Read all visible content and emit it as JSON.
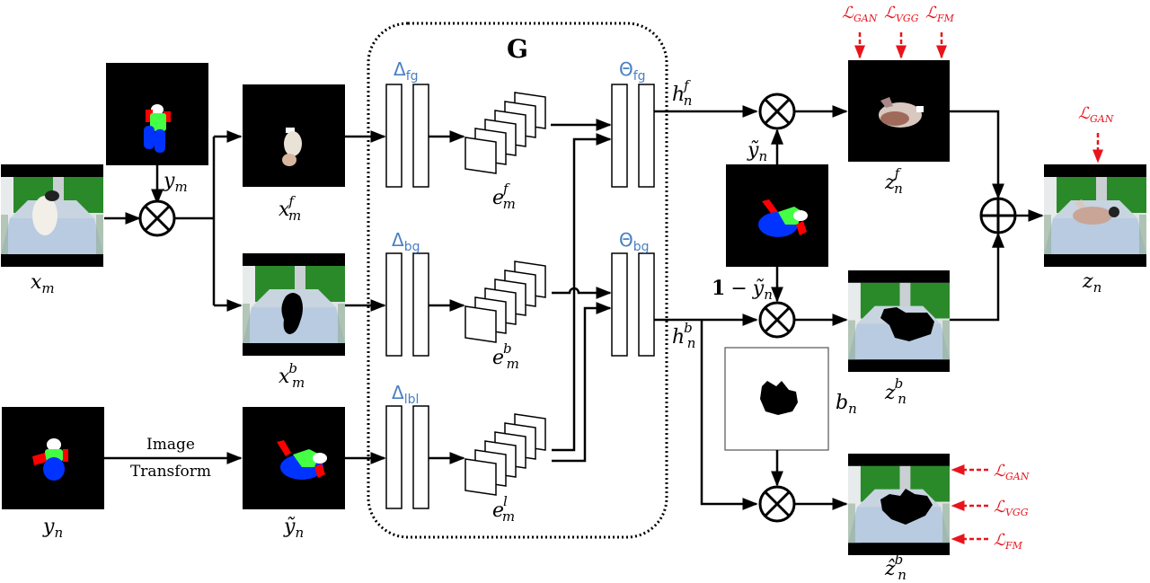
{
  "title": "G",
  "generator": {
    "label": "G",
    "encoders": [
      {
        "id": "fg",
        "symbol": "Δ",
        "subscript": "fg"
      },
      {
        "id": "bg",
        "symbol": "Δ",
        "subscript": "bg"
      },
      {
        "id": "lbl",
        "symbol": "Δ",
        "subscript": "lbl"
      }
    ],
    "features": [
      {
        "id": "fg",
        "base": "e",
        "sub": "m",
        "sup": "f"
      },
      {
        "id": "bg",
        "base": "e",
        "sub": "m",
        "sup": "b"
      },
      {
        "id": "lbl",
        "base": "e",
        "sub": "m",
        "sup": "l"
      }
    ],
    "decoders": [
      {
        "id": "fg",
        "symbol": "Θ",
        "subscript": "fg"
      },
      {
        "id": "bg",
        "symbol": "Θ",
        "subscript": "bg"
      }
    ]
  },
  "images": {
    "x_m": {
      "base": "x",
      "sub": "m",
      "sup": ""
    },
    "y_m": {
      "base": "y",
      "sub": "m",
      "sup": ""
    },
    "x_m_f": {
      "base": "x",
      "sub": "m",
      "sup": "f"
    },
    "x_m_b": {
      "base": "x",
      "sub": "m",
      "sup": "b"
    },
    "y_n": {
      "base": "y",
      "sub": "n",
      "sup": ""
    },
    "y_tilde_n": {
      "base": "ỹ",
      "sub": "n",
      "sup": ""
    },
    "y_tilde_n_mask": {
      "base": "ỹ",
      "sub": "n",
      "sup": ""
    },
    "z_n_f": {
      "base": "z",
      "sub": "n",
      "sup": "f"
    },
    "z_n_b": {
      "base": "z",
      "sub": "n",
      "sup": "b"
    },
    "z_hat_n_b": {
      "base": "ẑ",
      "sub": "n",
      "sup": "b"
    },
    "b_n": {
      "base": "b",
      "sub": "n",
      "sup": ""
    },
    "z_n": {
      "base": "z",
      "sub": "n",
      "sup": ""
    }
  },
  "signals": {
    "h_n_f": {
      "base": "h",
      "sub": "n",
      "sup": "f"
    },
    "h_n_b": {
      "base": "h",
      "sub": "n",
      "sup": "b"
    },
    "one_minus": {
      "prefix": "1",
      "minus": "−",
      "base": "ỹ",
      "sub": "n"
    }
  },
  "transform_label": {
    "line1": "Image",
    "line2": "Transform"
  },
  "losses": {
    "top": [
      {
        "base": "ℒ",
        "sub": "GAN"
      },
      {
        "base": "ℒ",
        "sub": "VGG"
      },
      {
        "base": "ℒ",
        "sub": "FM"
      }
    ],
    "final": {
      "base": "ℒ",
      "sub": "GAN"
    },
    "right": [
      {
        "base": "ℒ",
        "sub": "GAN"
      },
      {
        "base": "ℒ",
        "sub": "VGG"
      },
      {
        "base": "ℒ",
        "sub": "FM"
      }
    ]
  },
  "colors": {
    "loss_red": "#e8141c",
    "module_blue": "#4a7fc1",
    "seg_red": "#ff0000",
    "seg_green": "#33ff33",
    "seg_blue": "#0033ff",
    "seg_white": "#ffffff",
    "crib_green": "#2a8a2a"
  }
}
